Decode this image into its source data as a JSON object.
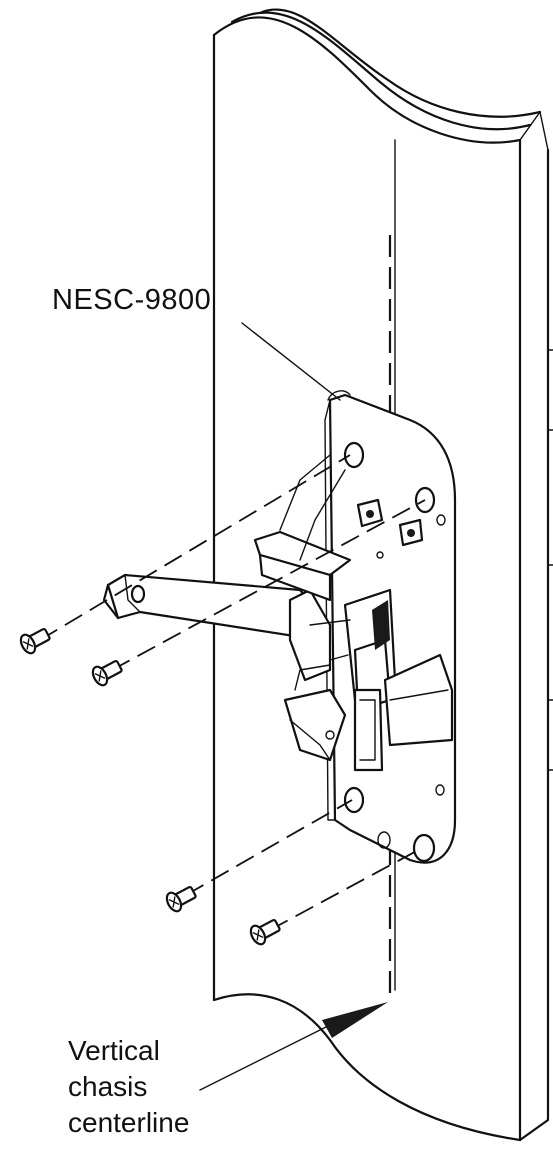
{
  "labels": {
    "part_number": "NESC-9800",
    "centerline_line1": "Vertical",
    "centerline_line2": "chasis",
    "centerline_line3": "centerline"
  },
  "colors": {
    "ink": "#111111",
    "background": "#ffffff"
  }
}
